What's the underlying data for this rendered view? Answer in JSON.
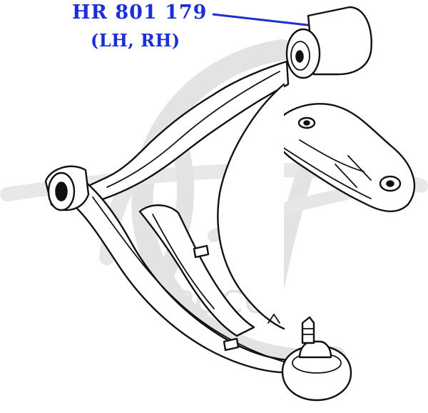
{
  "callout": {
    "part_number": "HR 801 179",
    "side": "(LH, RH)"
  },
  "watermark": {
    "text": "OPOCO"
  },
  "colors": {
    "callout_text": "#1a2fd6",
    "leader_line": "#1a2fd6",
    "line_art": "#111111",
    "watermark": "#e3e3e3",
    "background": "#ffffff"
  }
}
